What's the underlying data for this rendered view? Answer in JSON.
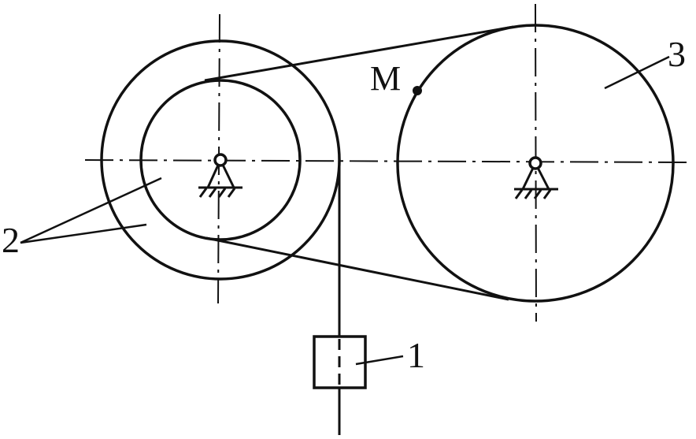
{
  "diagram": {
    "labels": {
      "point_m": "M",
      "part_1": "1",
      "part_2": "2",
      "part_3": "3"
    },
    "colors": {
      "stroke": "#111111",
      "background": "#ffffff"
    }
  }
}
